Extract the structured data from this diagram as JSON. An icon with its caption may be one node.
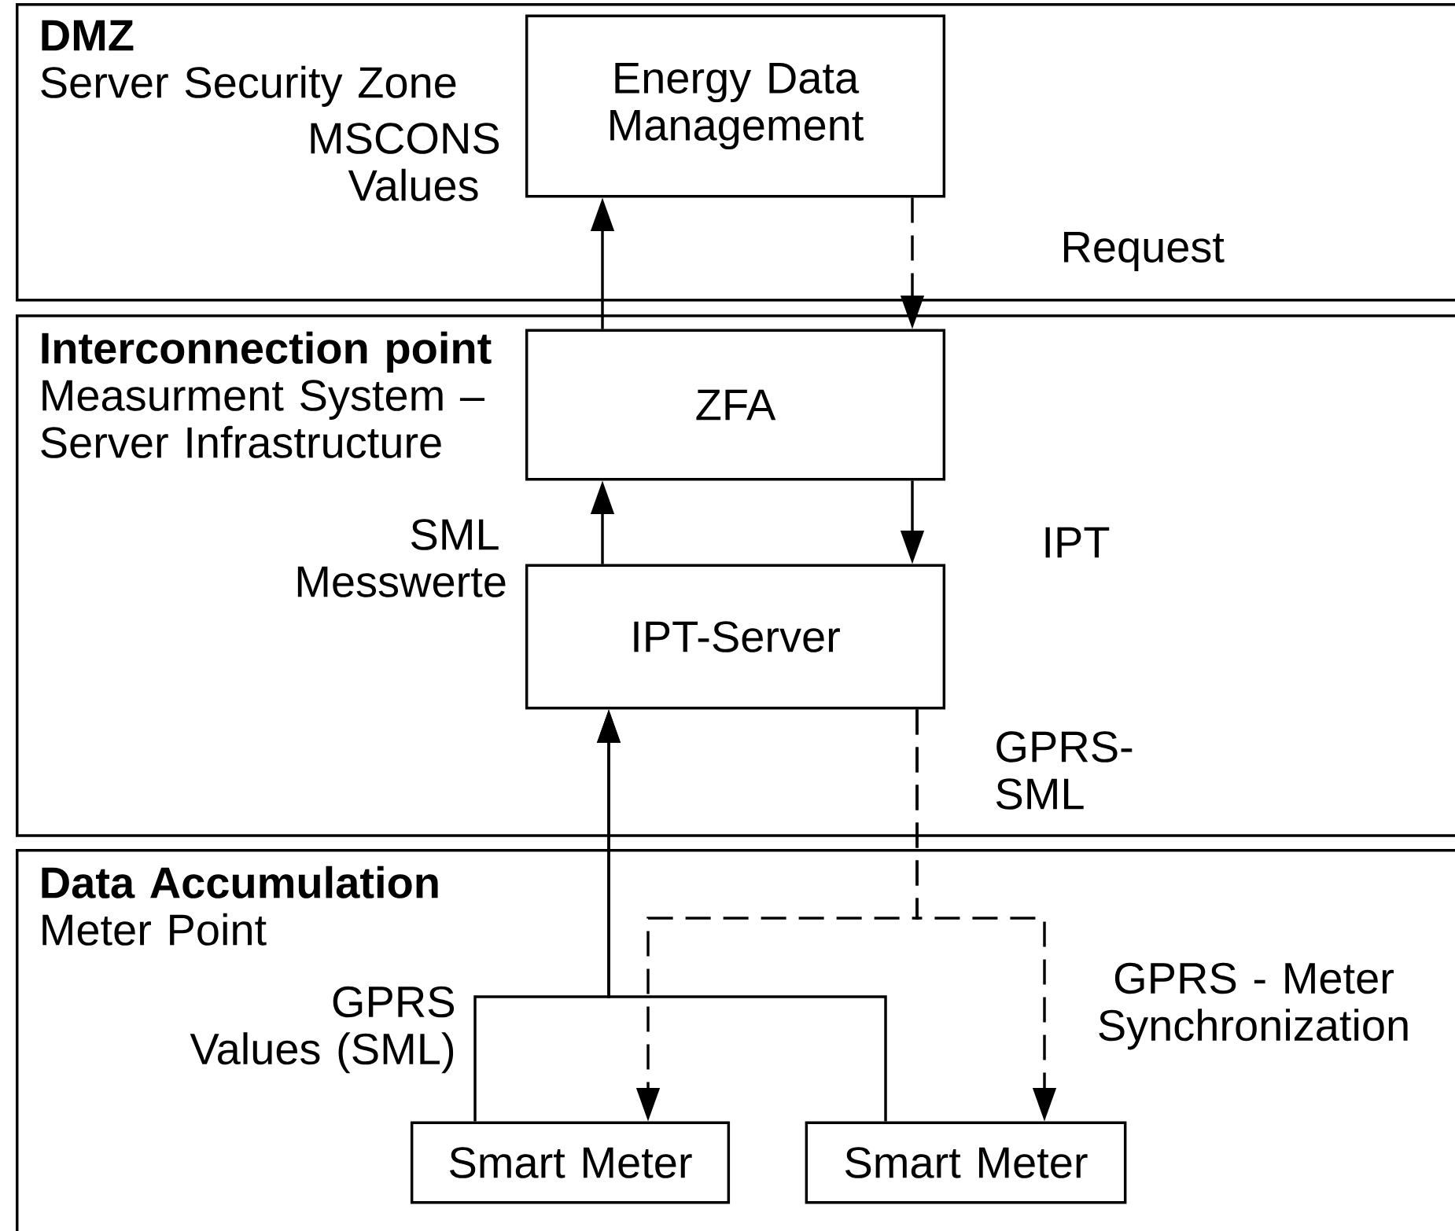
{
  "diagram": {
    "nodes": [
      {
        "text": [
          "DMZ",
          "Server Security Zone"
        ]
      },
      {
        "text": [
          "Energy Data Management"
        ],
        "in": 0
      },
      {
        "text": [
          "Interconnection point",
          "Measurment System – Server Infrastructure"
        ]
      },
      {
        "text": [
          "ZFA"
        ],
        "in": 2
      },
      {
        "text": [
          "IPT-Server"
        ],
        "in": 2
      },
      {
        "text": [
          "Data Accumulation",
          "Meter Point"
        ]
      },
      {
        "text": [
          "Smart Meter"
        ],
        "in": 5
      },
      {
        "text": [
          "Smart Meter"
        ],
        "in": 5
      }
    ],
    "edges": [
      {
        "from": 3,
        "to": 1,
        "arrow": "to",
        "label": "MSCONS Values"
      },
      {
        "from": 1,
        "to": 3,
        "arrow": "to",
        "label": "Request",
        "style": "dashed"
      },
      {
        "from": 4,
        "to": 3,
        "arrow": "to",
        "label": "SML Messwerte"
      },
      {
        "from": 3,
        "to": 4,
        "arrow": "to",
        "label": "IPT"
      },
      {
        "from": 6,
        "to": 4,
        "arrow": "to",
        "label": "GPRS Values (SML)"
      },
      {
        "from": 7,
        "to": 4,
        "arrow": "to"
      },
      {
        "from": 4,
        "to": 6,
        "arrow": "to",
        "label": "GPRS-SML",
        "style": "dashed"
      },
      {
        "from": 4,
        "to": 7,
        "arrow": "to",
        "label": "GPRS - Meter Synchronization",
        "style": "dashed"
      }
    ]
  }
}
